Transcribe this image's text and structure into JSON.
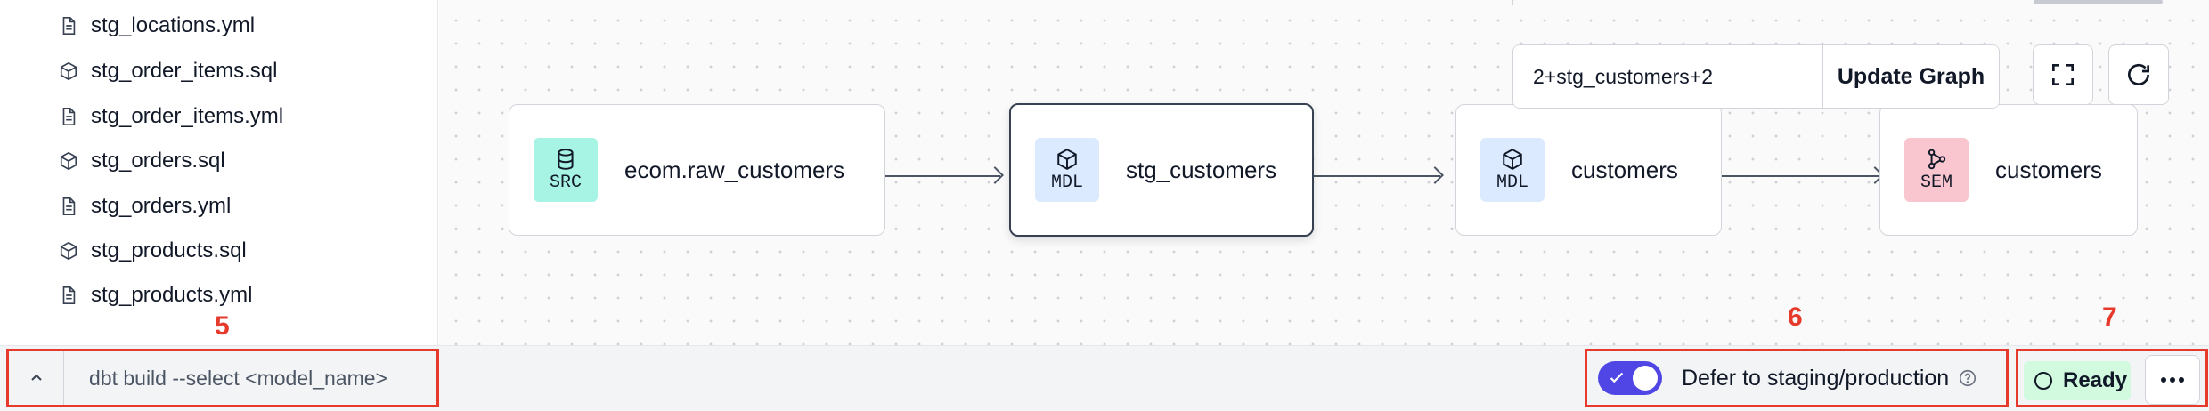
{
  "sidebar": {
    "files": [
      {
        "name": "stg_locations.yml",
        "icon": "file-icon"
      },
      {
        "name": "stg_order_items.sql",
        "icon": "cube-icon"
      },
      {
        "name": "stg_order_items.yml",
        "icon": "file-icon"
      },
      {
        "name": "stg_orders.sql",
        "icon": "cube-icon"
      },
      {
        "name": "stg_orders.yml",
        "icon": "file-icon"
      },
      {
        "name": "stg_products.sql",
        "icon": "cube-icon"
      },
      {
        "name": "stg_products.yml",
        "icon": "file-icon"
      }
    ]
  },
  "graph": {
    "selector_value": "2+stg_customers+2",
    "update_button_label": "Update Graph",
    "nodes": [
      {
        "type": "SRC",
        "label": "ecom.raw_customers",
        "badge_color": "#a7f3e4",
        "icon": "database-icon"
      },
      {
        "type": "MDL",
        "label": "stg_customers",
        "badge_color": "#dbeafe",
        "icon": "cube-icon",
        "selected": true
      },
      {
        "type": "MDL",
        "label": "customers",
        "badge_color": "#dbeafe",
        "icon": "cube-icon"
      },
      {
        "type": "SEM",
        "label": "customers",
        "badge_color": "#f9c5cf",
        "icon": "graph-share-icon"
      }
    ]
  },
  "bottom_bar": {
    "command_placeholder": "dbt build --select <model_name>",
    "defer_label": "Defer to staging/production",
    "defer_enabled": true,
    "status_label": "Ready",
    "status_color": "#d1fadf",
    "toggle_color": "#4f46e5"
  },
  "callouts": {
    "cmd": "5",
    "defer": "6",
    "status": "7"
  }
}
